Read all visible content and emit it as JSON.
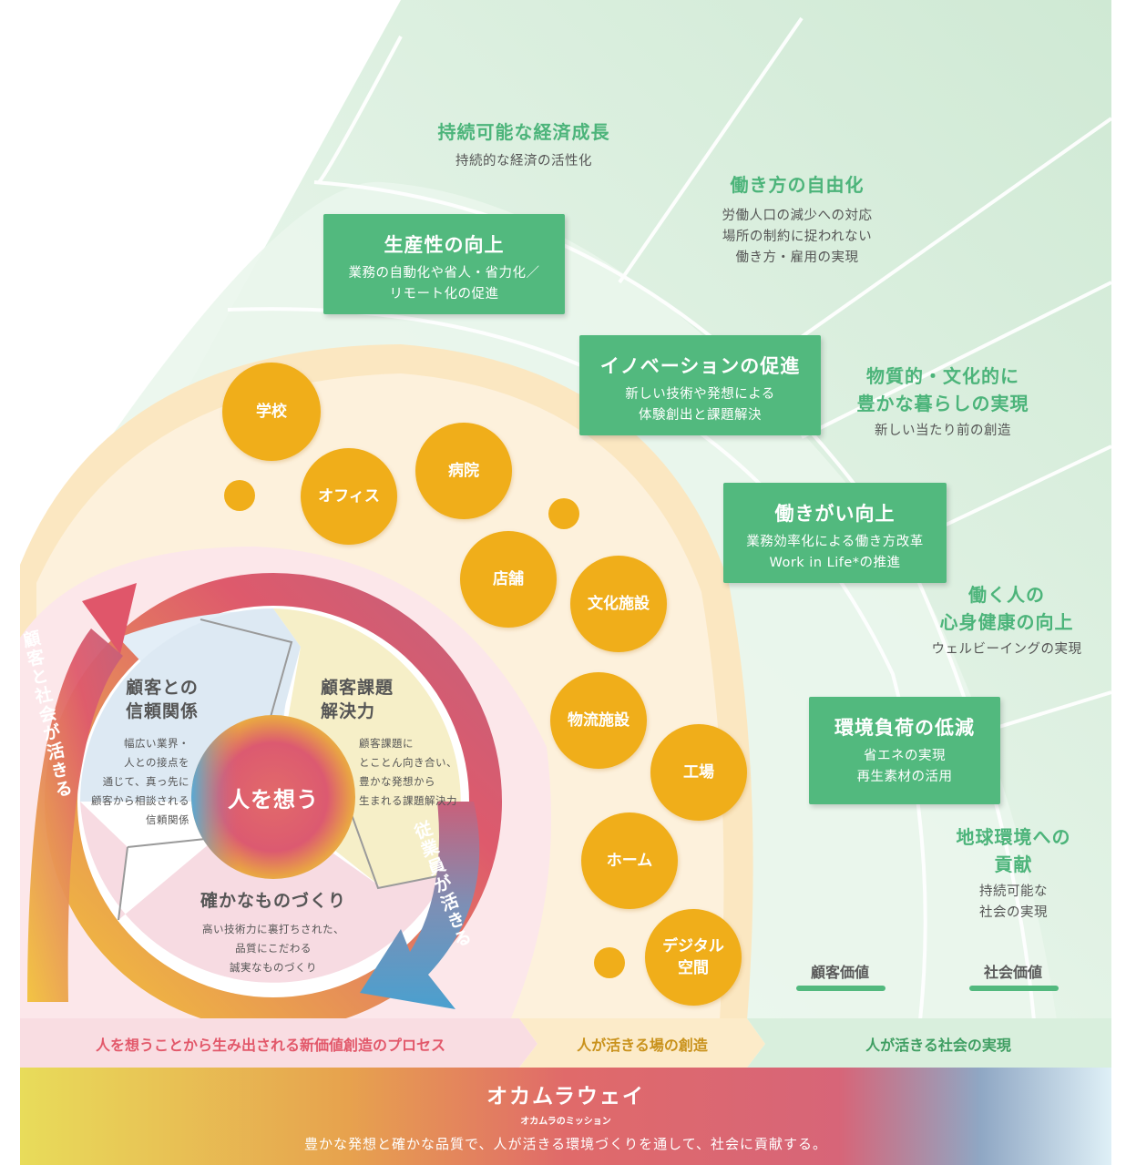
{
  "colors": {
    "green": "#52b97e",
    "green_text": "#4cb47a",
    "yellow_circle": "#f0ae1a",
    "process_text": "#e2586a",
    "place_text": "#c9921c",
    "society_text": "#3f9e62"
  },
  "society": {
    "economy": {
      "title": "持続可能な経済成長",
      "sub": "持続的な経済の活性化"
    },
    "work_style": {
      "title": "働き方の自由化",
      "lines": [
        "労働人口の減少への対応",
        "場所の制約に捉われない",
        "働き方・雇用の実現"
      ]
    },
    "rich_life": {
      "lines": [
        "物質的・文化的に",
        "豊かな暮らしの実現"
      ],
      "sub": "新しい当たり前の創造"
    },
    "health": {
      "lines": [
        "働く人の",
        "心身健康の向上"
      ],
      "sub": "ウェルビーイングの実現"
    },
    "environment": {
      "lines": [
        "地球環境への",
        "貢献"
      ],
      "sub": [
        "持続可能な",
        "社会の実現"
      ]
    }
  },
  "boxes": {
    "productivity": {
      "title": "生産性の向上",
      "lines": [
        "業務の自動化や省人・省力化／",
        "リモート化の促進"
      ]
    },
    "innovation": {
      "title": "イノベーションの促進",
      "lines": [
        "新しい技術や発想による",
        "体験創出と課題解決"
      ]
    },
    "worth": {
      "title": "働きがい向上",
      "lines": [
        "業務効率化による働き方改革",
        "Work in Life*の推進"
      ]
    },
    "eco": {
      "title": "環境負荷の低減",
      "lines": [
        "省エネの実現",
        "再生素材の活用"
      ]
    }
  },
  "places": {
    "school": "学校",
    "office": "オフィス",
    "hospital": "病院",
    "store": "店舗",
    "culture": "文化施設",
    "logistics": "物流施設",
    "factory": "工場",
    "home": "ホーム",
    "digital": [
      "デジタル",
      "空間"
    ]
  },
  "wheel": {
    "center": "人を想う",
    "trust": {
      "title": [
        "顧客との",
        "信頼関係"
      ],
      "desc": [
        "幅広い業界・",
        "人との接点を",
        "通じて、真っ先に",
        "顧客から相談される",
        "信頼関係"
      ]
    },
    "solution": {
      "title": [
        "顧客課題",
        "解決力"
      ],
      "desc": [
        "顧客課題に",
        "とことん向き合い、",
        "豊かな発想から",
        "生まれる課題解決力"
      ]
    },
    "craft": {
      "title": "確かなものづくり",
      "desc": [
        "高い技術力に裏打ちされた、",
        "品質にこだわる",
        "誠実なものづくり"
      ]
    },
    "arrow_left": "顧客と社会が活きる",
    "arrow_right": "従業員が活きる"
  },
  "values": {
    "customer": "顧客価値",
    "social": "社会価値"
  },
  "bands": {
    "process": "人を想うことから生み出される新価値創造のプロセス",
    "place": "人が活きる場の創造",
    "society": "人が活きる社会の実現"
  },
  "footer": {
    "title": "オカムラウェイ",
    "subtitle": "オカムラのミッション",
    "mission": "豊かな発想と確かな品質で、人が活きる環境づくりを通して、社会に貢献する。"
  }
}
